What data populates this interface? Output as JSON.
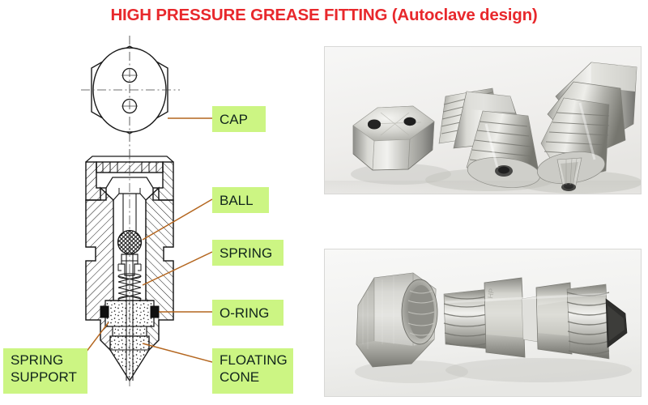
{
  "title": "HIGH PRESSURE GREASE FITTING (Autoclave design)",
  "colors": {
    "title_red": "#e8282c",
    "label_green": "#ccf583",
    "label_text": "#11251c",
    "leader_line": "#b4661f",
    "drawing_line": "#1a1a1a",
    "oring_black": "#101010",
    "cone_fill": "#f2f2f0",
    "steel_light": "#e9e9e7",
    "steel_mid": "#b9b9b5",
    "steel_dark": "#7b7b78",
    "photo_bg": "#f3f3f1"
  },
  "diagram": {
    "name": "sectional-assembly-drawing",
    "views": {
      "top_view": "hex-cap-top-view",
      "section_view": "assembly-cross-section"
    },
    "callouts": [
      {
        "id": "cap",
        "text": "CAP"
      },
      {
        "id": "ball",
        "text": "BALL"
      },
      {
        "id": "spring",
        "text": "SPRING"
      },
      {
        "id": "oring",
        "text": "O-RING"
      },
      {
        "id": "floating-cone",
        "text": "FLOATING\nCONE"
      },
      {
        "id": "spring-support",
        "text": "SPRING\nSUPPORT"
      }
    ]
  },
  "photos": [
    {
      "id": "photo-three-components",
      "caption": "",
      "parts": [
        "hex cap with two blind holes",
        "threaded body fitting",
        "fitting with floating cone tip"
      ]
    },
    {
      "id": "photo-assembled-fitting",
      "caption": "",
      "parts": [
        "hex union nut",
        "assembled high pressure grease fitting with dark cone tip"
      ]
    }
  ]
}
